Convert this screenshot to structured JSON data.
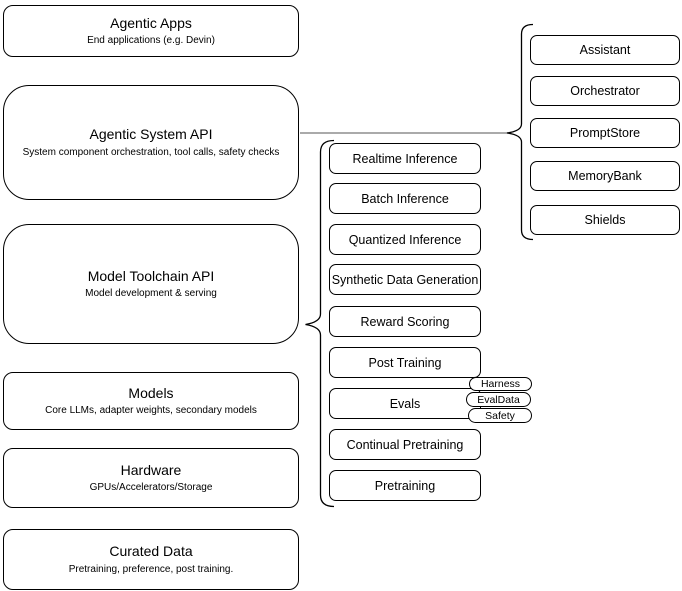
{
  "diagram": {
    "left_column": [
      {
        "title": "Agentic Apps",
        "subtitle": "End applications (e.g. Devin)"
      },
      {
        "title": "Agentic System API",
        "subtitle": "System component orchestration, tool calls, safety checks"
      },
      {
        "title": "Model Toolchain API",
        "subtitle": "Model development & serving"
      },
      {
        "title": "Models",
        "subtitle": "Core LLMs, adapter weights, secondary models"
      },
      {
        "title": "Hardware",
        "subtitle": "GPUs/Accelerators/Storage"
      },
      {
        "title": "Curated Data",
        "subtitle": "Pretraining, preference, post training."
      }
    ],
    "toolchain_group": {
      "items": [
        "Realtime Inference",
        "Batch Inference",
        "Quantized Inference",
        "Synthetic Data Generation",
        "Reward Scoring",
        "Post Training",
        "Evals",
        "Continual Pretraining",
        "Pretraining"
      ]
    },
    "evals_tags": [
      "Harness",
      "EvalData",
      "Safety"
    ],
    "system_group": {
      "items": [
        "Assistant",
        "Orchestrator",
        "PromptStore",
        "MemoryBank",
        "Shields"
      ]
    },
    "colors": {
      "stroke": "#000000",
      "background": "#ffffff",
      "connector": "#777777"
    }
  }
}
